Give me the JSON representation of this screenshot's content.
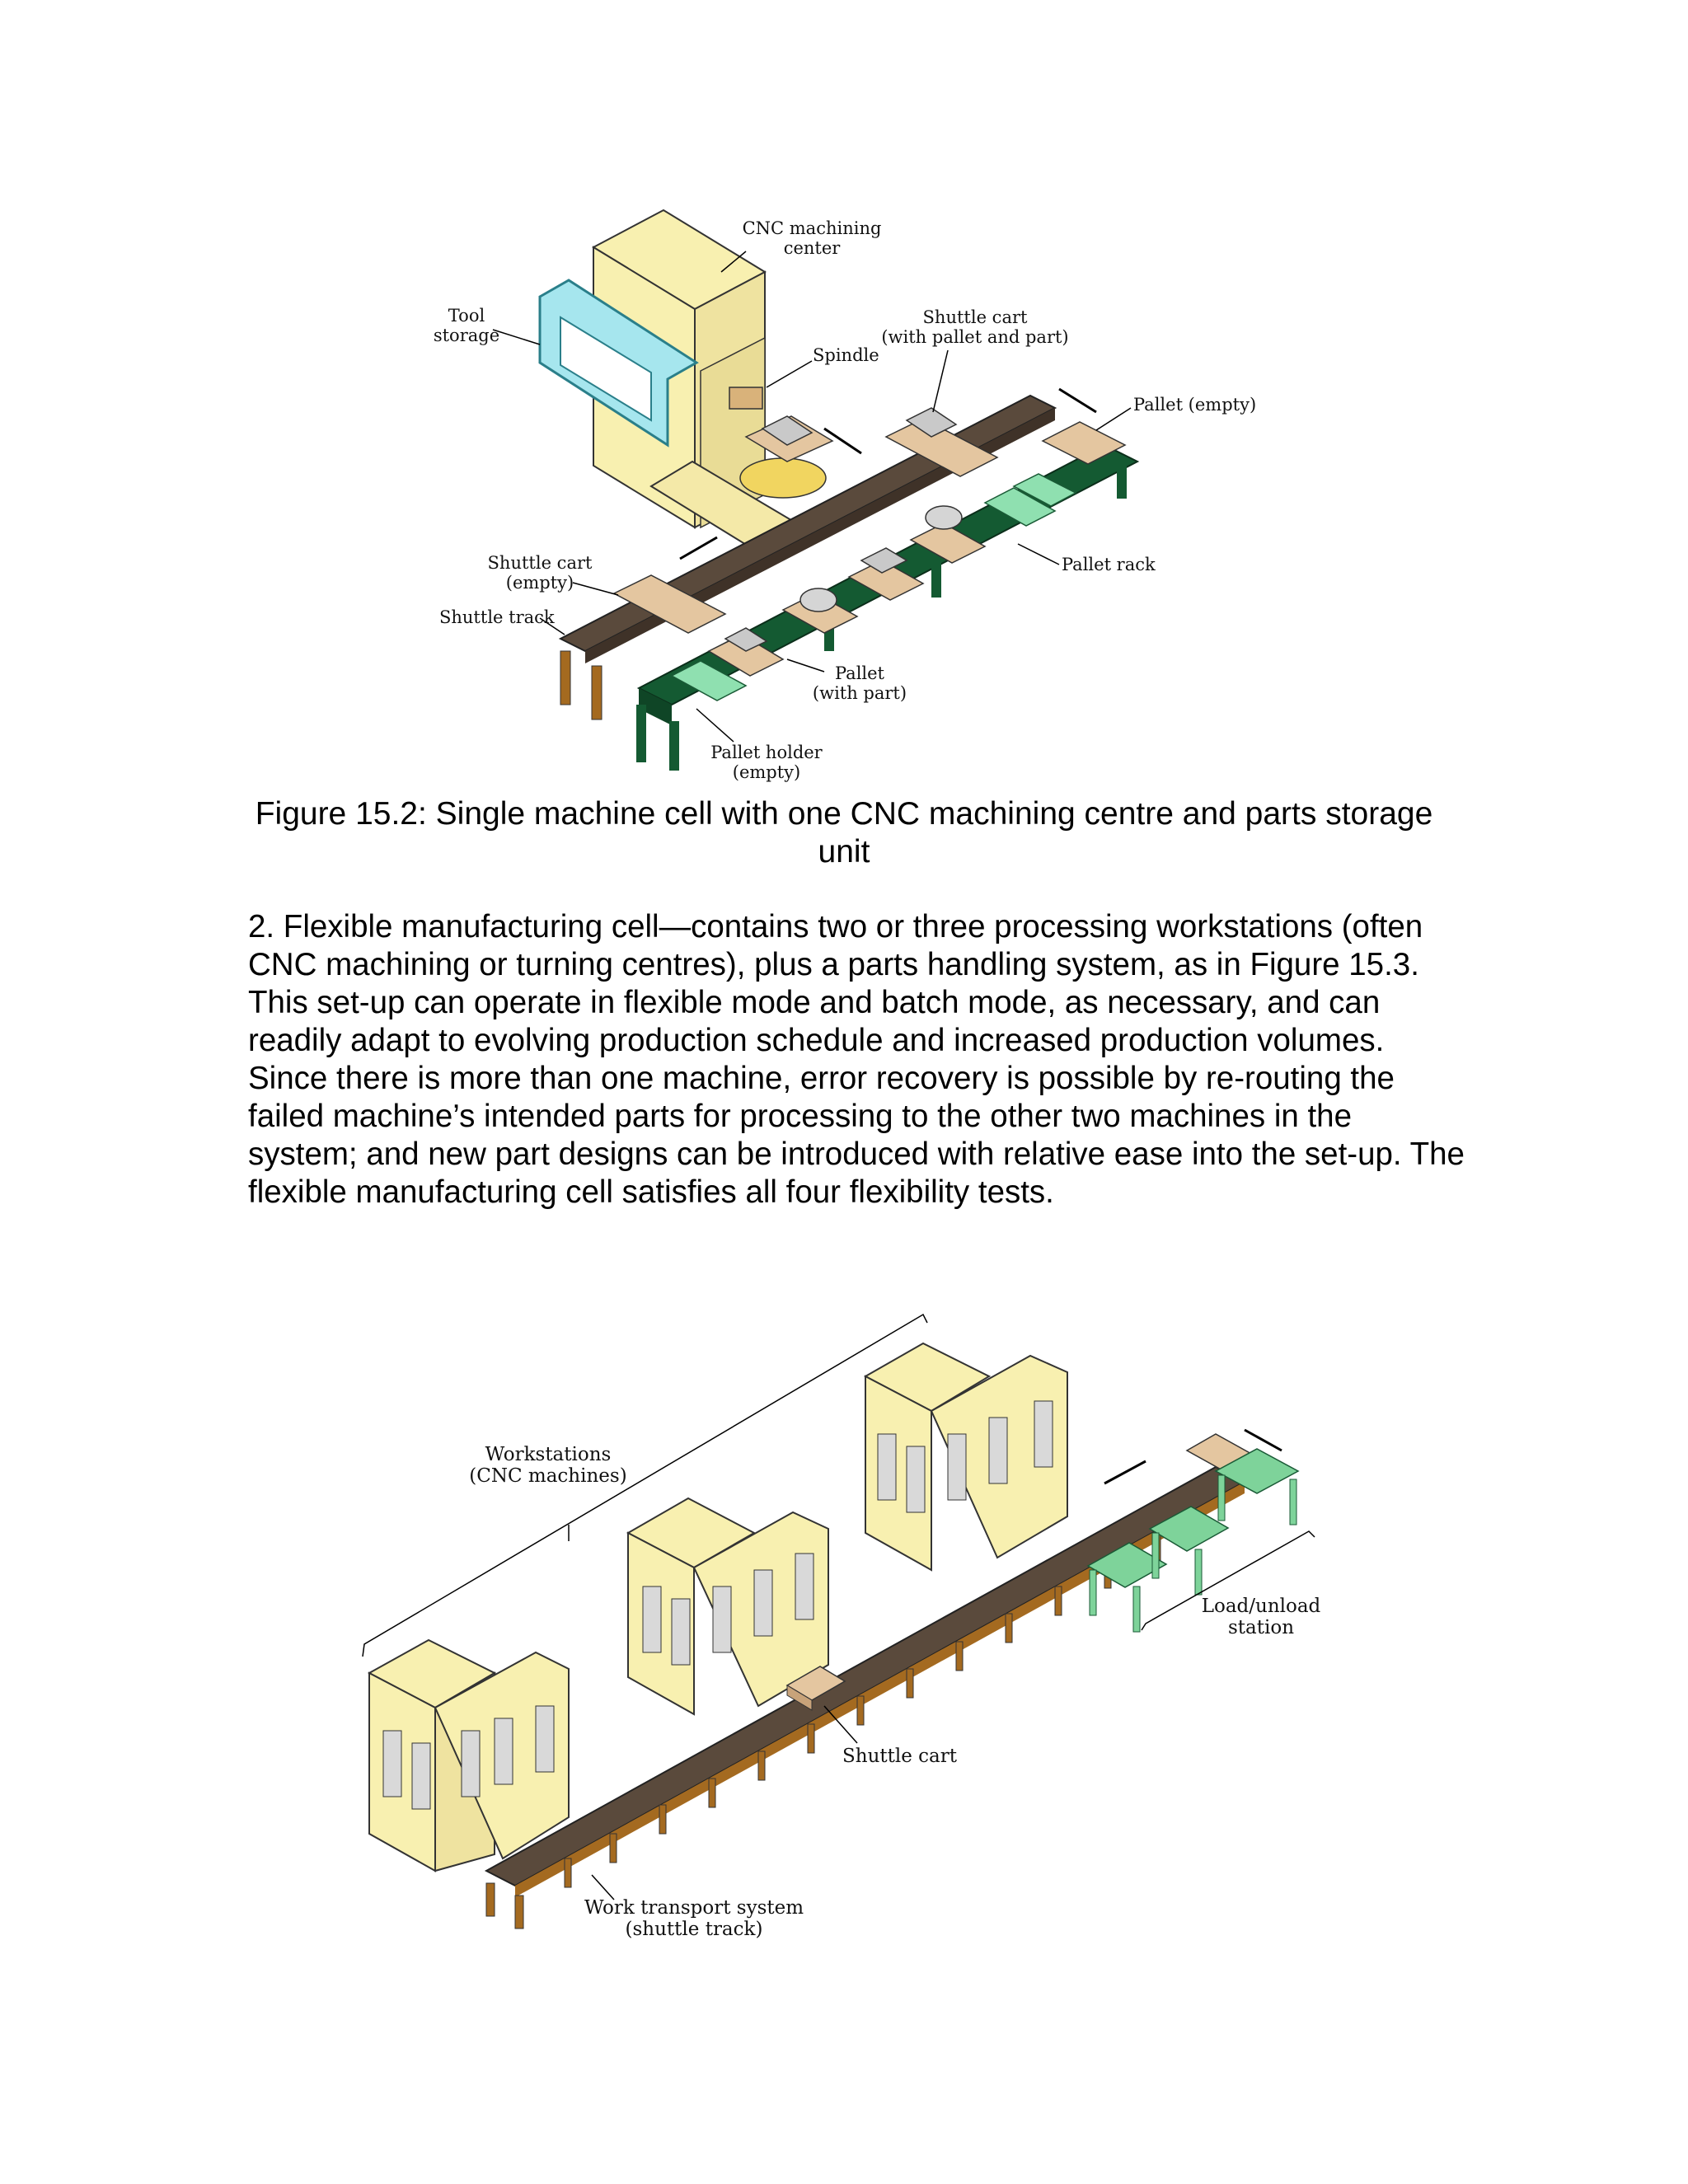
{
  "figure1": {
    "labels": {
      "cnc_center": [
        "CNC machining",
        "center"
      ],
      "tool_storage": [
        "Tool",
        "storage"
      ],
      "spindle": "Spindle",
      "shuttle_cart_full": [
        "Shuttle cart",
        "(with pallet and part)"
      ],
      "pallet_empty": "Pallet (empty)",
      "pallet_rack": "Pallet rack",
      "shuttle_cart_empty": [
        "Shuttle cart",
        "(empty)"
      ],
      "shuttle_track": "Shuttle track",
      "pallet_with_part": [
        "Pallet",
        "(with part)"
      ],
      "pallet_holder": [
        "Pallet holder",
        "(empty)"
      ]
    },
    "caption": "Figure 15.2: Single machine cell with one CNC machining centre and parts storage unit"
  },
  "paragraph": "2. Flexible manufacturing cell—contains two or three processing workstations (often CNC machining or turning centres), plus a parts handling system, as in Figure 15.3. This set-up can operate in flexible mode and batch mode, as necessary, and can readily adapt to evolving production schedule and increased production volumes. Since there is more than one machine, error recovery is possible by re-routing the failed machine’s intended parts for processing to the other two machines in the system; and new part designs can be introduced with relative ease into the set-up. The flexible manufacturing cell satisfies all four flexibility tests.",
  "figure2": {
    "labels": {
      "workstations": [
        "Workstations",
        "(CNC machines)"
      ],
      "load_unload": [
        "Load/unload",
        "station"
      ],
      "shuttle_cart": "Shuttle cart",
      "work_transport": [
        "Work transport system",
        "(shuttle track)"
      ]
    }
  },
  "colors": {
    "machine": "#f8f0b0",
    "tool_storage": "#a6e6ee",
    "track": "#5a4a3c",
    "wood": "#e4c6a0",
    "rack": "#145a32",
    "rack_light": "#8fe0b0",
    "station_green": "#7ed39a",
    "legs_brown": "#a46a20"
  }
}
